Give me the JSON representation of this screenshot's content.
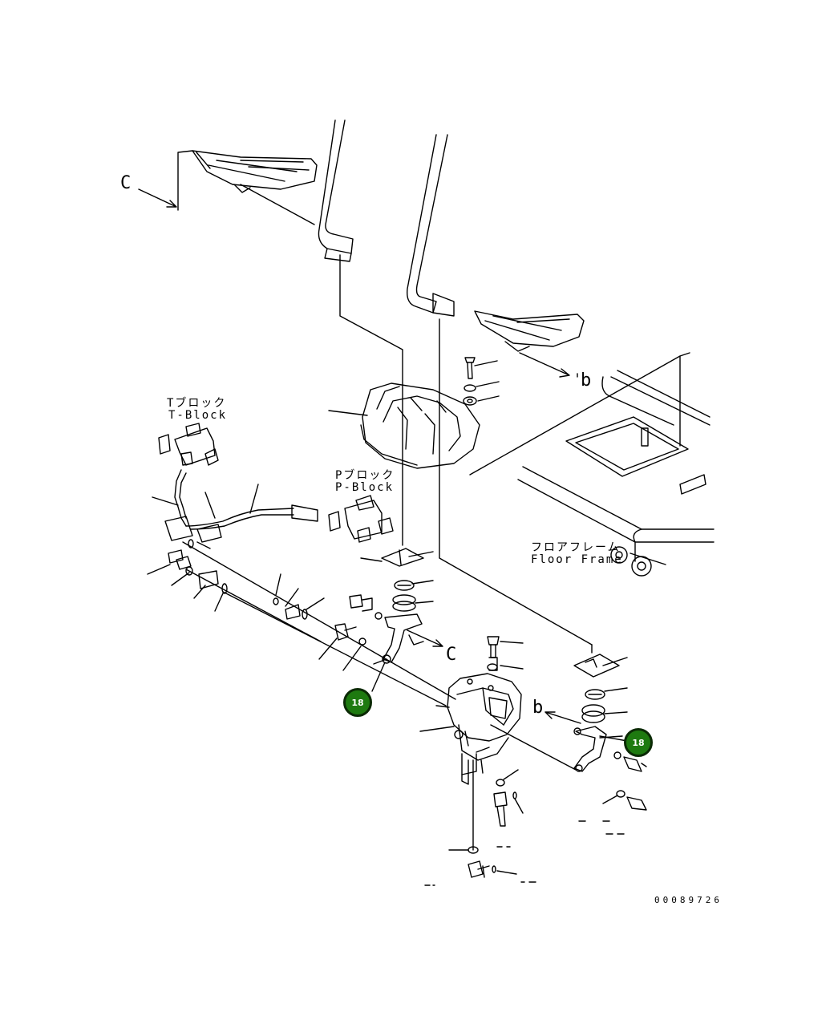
{
  "labels": {
    "view_c_top": "C",
    "view_c_mid": "C",
    "view_b_top": "b",
    "view_b_mid": "b",
    "t_block_jp": "Tブロック",
    "t_block_en": "T-Block",
    "p_block_jp": "Pブロック",
    "p_block_en": "P-Block",
    "floor_frame_jp": "フロアフレーム",
    "floor_frame_en": "Floor Frame"
  },
  "callouts": [
    {
      "number": "18"
    },
    {
      "number": "18"
    }
  ],
  "doc_id": "00089726",
  "colors": {
    "line": "#000000",
    "callout_fill": "#1e7a10",
    "callout_border": "#0b2a05"
  }
}
